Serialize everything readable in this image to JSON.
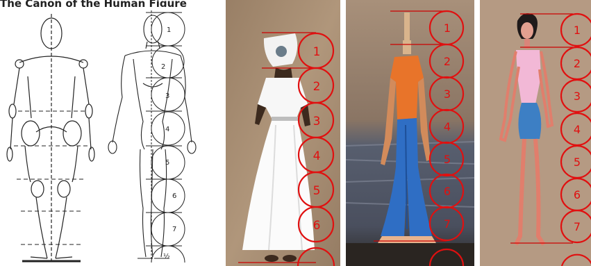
{
  "caption": "The Canon of the Human Figure",
  "reference_labels": [
    "1",
    "2",
    "3",
    "4",
    "5",
    "6",
    "7",
    "½"
  ],
  "painting_1": {
    "labels": [
      "1",
      "2",
      "3",
      "4",
      "5",
      "6"
    ],
    "bg": "#a88d72"
  },
  "painting_2": {
    "labels": [
      "1",
      "2",
      "3",
      "4",
      "5",
      "6",
      "7"
    ],
    "bg": "#8e7a66"
  },
  "painting_3": {
    "labels": [
      "1",
      "2",
      "3",
      "4",
      "5",
      "6",
      "7"
    ],
    "bg": "#b59a83"
  },
  "colors": {
    "circle": "#e01010",
    "line": "#cc0000",
    "sketch": "#222222"
  }
}
